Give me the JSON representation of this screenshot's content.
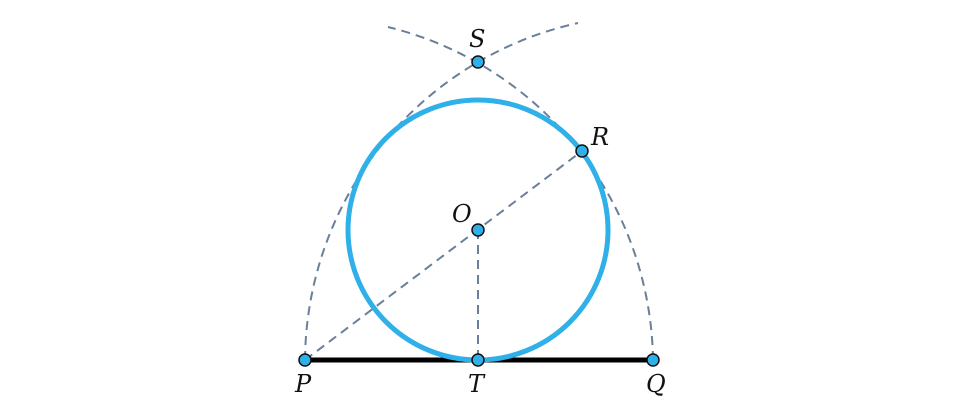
{
  "diagram": {
    "points": {
      "P": {
        "label": "P"
      },
      "Q": {
        "label": "Q"
      },
      "T": {
        "label": "T"
      },
      "O": {
        "label": "O"
      },
      "R": {
        "label": "R"
      },
      "S": {
        "label": "S"
      }
    },
    "colors": {
      "circle": "#2fb0e8",
      "construction": "#6a7f99",
      "segment": "#000000",
      "point_fill": "#2fb0e8",
      "point_stroke": "#111111"
    }
  }
}
